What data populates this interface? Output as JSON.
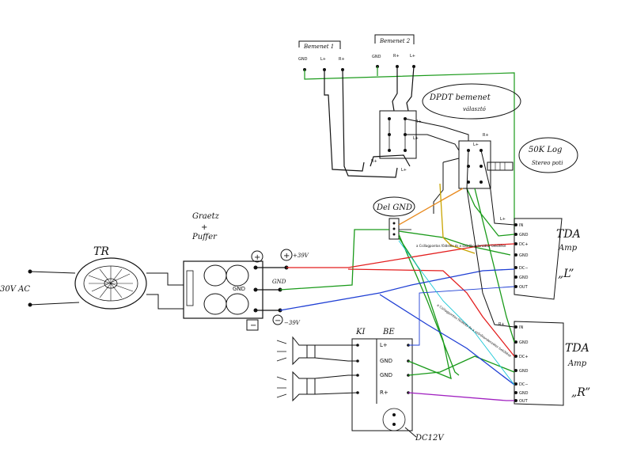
{
  "labels": {
    "input_1": "Bemenet 1",
    "input_2": "Bemenet 2",
    "dpdt": "DPDT bemenet",
    "dpdt_2": "választó",
    "pot": "50K Log",
    "pot_2": "Stereo poti",
    "transformer": "TR",
    "ac_input": "30V AC",
    "rectifier": "Graetz",
    "rectifier_plus": "+",
    "rectifier_2": "Puffer",
    "plus_terminal": "+",
    "minus_terminal": "−",
    "v_plus": "+39V",
    "v_minus": "−39V",
    "gnd": "GND",
    "star_gnd": "Del GND",
    "amp_l_title": "TDA",
    "amp_l_sub": "Amp",
    "amp_l_ch": "„L”",
    "amp_r_title": "TDA",
    "amp_r_sub": "Amp",
    "amp_r_ch": "„R”",
    "ki": "KI",
    "be": "BE",
    "dc12": "DC12V",
    "note_cyan_1": "a Csillagpontos földelés és a szűrőkondenzátor bekötése",
    "note_cyan_2": "a Csillagpontos földelés és a szűrőkondenzátor bekötése"
  },
  "pins": {
    "input_1": [
      "GND",
      "L+",
      "R+"
    ],
    "input_2": [
      "GND",
      "R+",
      "L+"
    ],
    "dpdt_top": [
      "R+",
      "L+"
    ],
    "dpdt_bottom": [
      "R+",
      "L+"
    ],
    "pot": [
      "R+",
      "L+"
    ],
    "amp": [
      "IN",
      "GND",
      "DC+",
      "GND",
      "DC−",
      "GND",
      "OUT"
    ],
    "speaker_block": [
      "L+",
      "GND",
      "GND",
      "R+"
    ]
  },
  "wire_colors": {
    "ground": "#1a9a1a",
    "positive": "#e31e1e",
    "negative": "#1f3fd4",
    "signal": "#e88a1e",
    "right_out": "#a020c0",
    "dark": "#111111",
    "note": "#17c7d6",
    "gold": "#c9a400"
  }
}
